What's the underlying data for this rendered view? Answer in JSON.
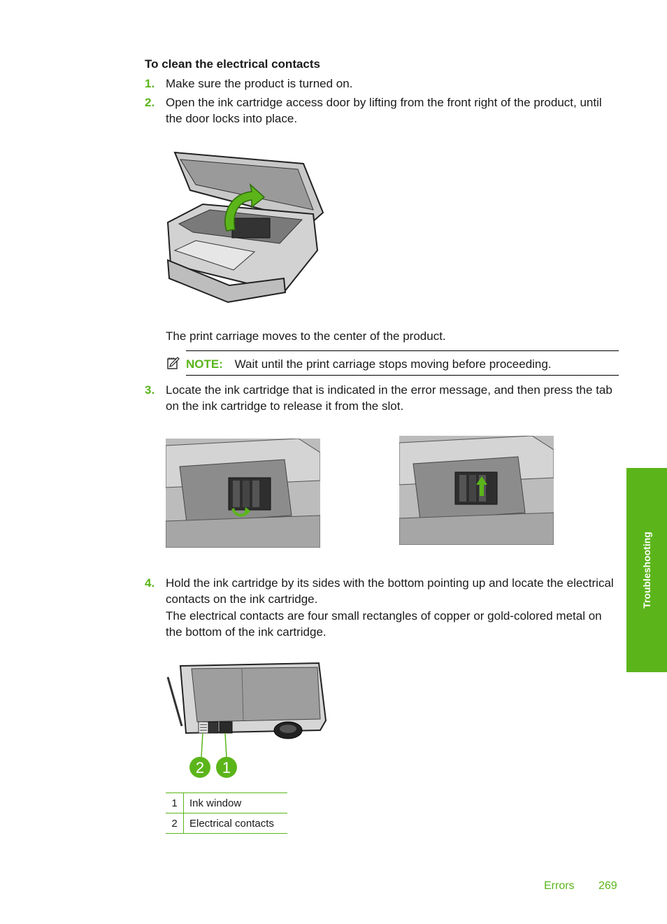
{
  "heading": "To clean the electrical contacts",
  "steps": [
    {
      "num": "1.",
      "text": "Make sure the product is turned on."
    },
    {
      "num": "2.",
      "text": "Open the ink cartridge access door by lifting from the front right of the product, until the door locks into place."
    },
    {
      "num": "3.",
      "text": "Locate the ink cartridge that is indicated in the error message, and then press the tab on the ink cartridge to release it from the slot."
    },
    {
      "num": "4.",
      "text": "Hold the ink cartridge by its sides with the bottom pointing up and locate the electrical contacts on the ink cartridge."
    }
  ],
  "carriage_text": "The print carriage moves to the center of the product.",
  "note": {
    "label": "NOTE:",
    "text": "Wait until the print carriage stops moving before proceeding."
  },
  "contacts_desc": "The electrical contacts are four small rectangles of copper or gold-colored metal on the bottom of the ink cartridge.",
  "callouts": [
    "2",
    "1"
  ],
  "legend": [
    {
      "num": "1",
      "label": "Ink window"
    },
    {
      "num": "2",
      "label": "Electrical contacts"
    }
  ],
  "side_tab": "Troubleshooting",
  "footer": {
    "section": "Errors",
    "page": "269"
  },
  "colors": {
    "accent": "#5bb51a"
  }
}
